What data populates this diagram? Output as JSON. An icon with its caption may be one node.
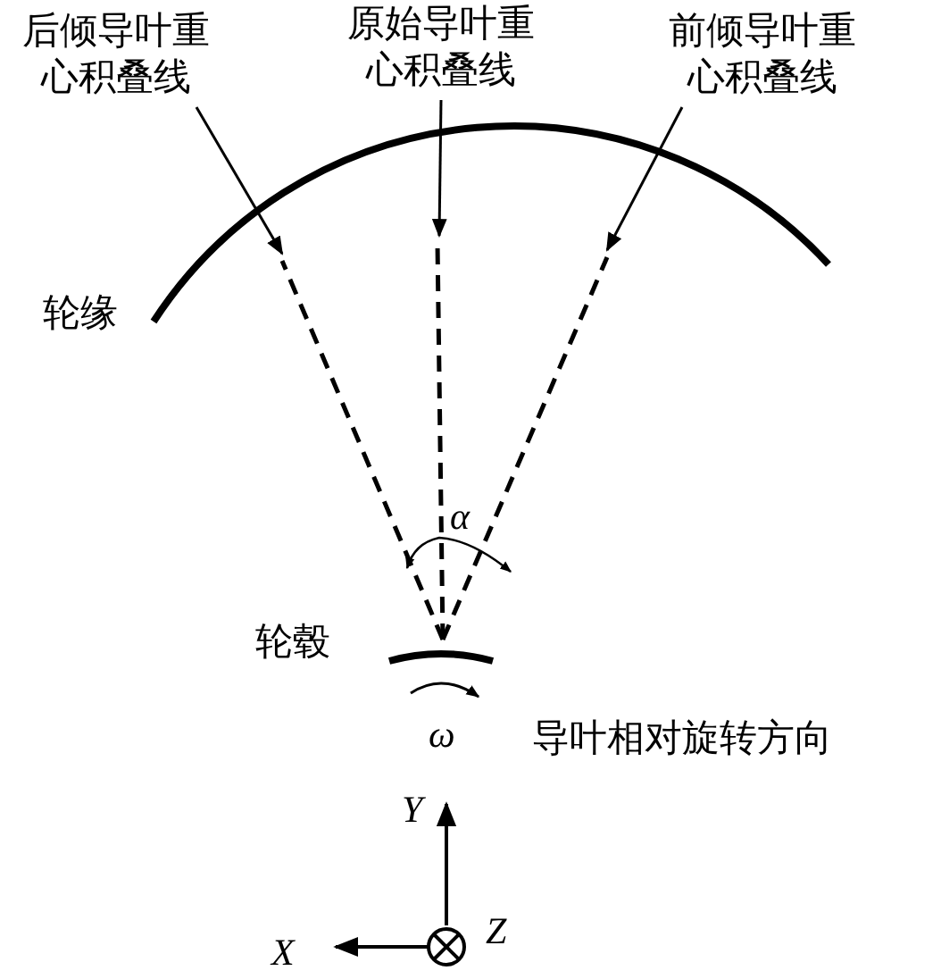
{
  "diagram": {
    "nodes": [
      {
        "text": [
          "后倾导叶重心积叠线"
        ]
      },
      {
        "text": [
          "原始导叶重心积叠线"
        ]
      },
      {
        "text": [
          "前倾导叶重心积叠线"
        ]
      }
    ],
    "edges": [
      {
        "from": 0,
        "to": null,
        "arrow": "to"
      },
      {
        "from": 1,
        "to": null,
        "arrow": "to"
      },
      {
        "from": 2,
        "to": null,
        "arrow": "to"
      }
    ],
    "labels": [
      "轮缘",
      "α",
      "轮毂",
      "ω",
      "导叶相对旋转方向",
      "Y",
      "X",
      "Z"
    ]
  }
}
